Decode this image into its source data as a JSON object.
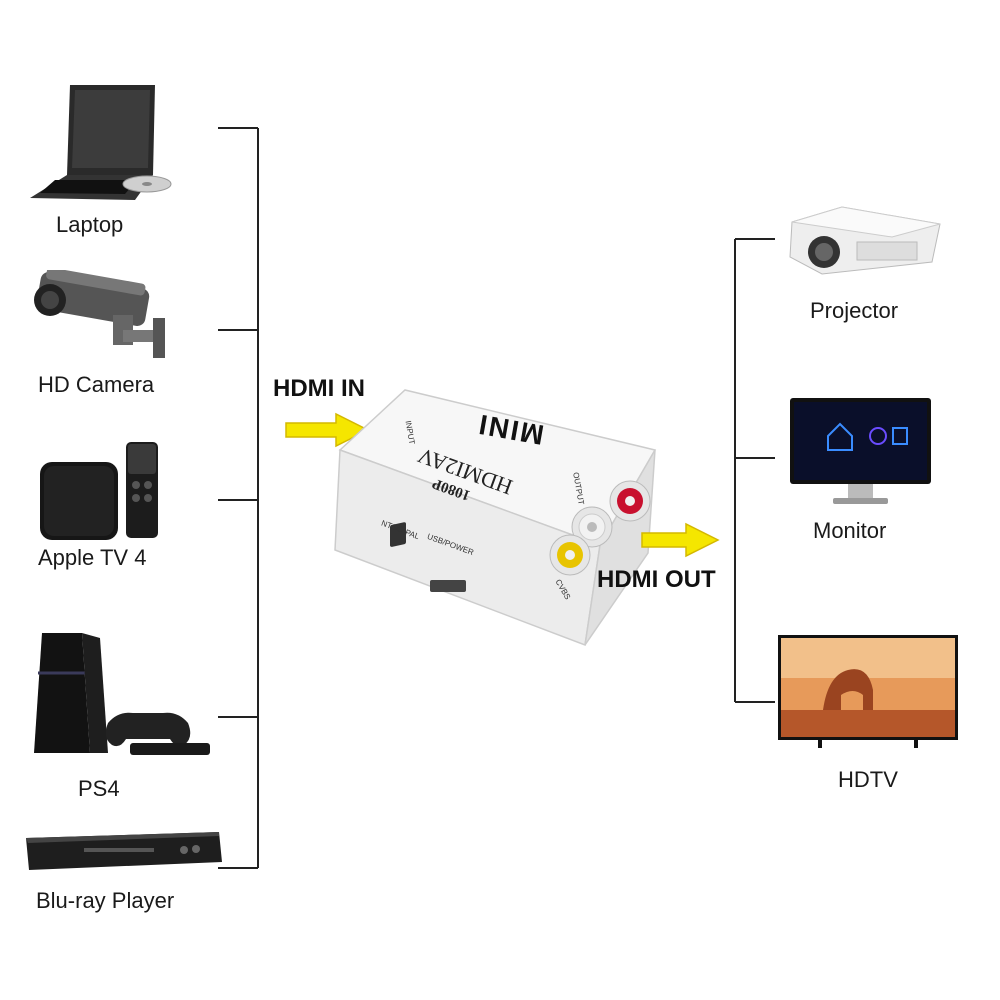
{
  "inputs": [
    {
      "label": "Laptop",
      "icon": "laptop-icon"
    },
    {
      "label": "HD Camera",
      "icon": "security-camera-icon"
    },
    {
      "label": "Apple TV 4",
      "icon": "apple-tv-icon"
    },
    {
      "label": "PS4",
      "icon": "game-console-icon"
    },
    {
      "label": "Blu-ray Player",
      "icon": "bluray-player-icon"
    }
  ],
  "outputs": [
    {
      "label": "Projector",
      "icon": "projector-icon"
    },
    {
      "label": "Monitor",
      "icon": "monitor-icon"
    },
    {
      "label": "HDTV",
      "icon": "tv-icon"
    }
  ],
  "hdmi_in_label": "HDMI IN",
  "hdmi_out_label": "HDMI OUT",
  "converter": {
    "brand": "MINI",
    "model": "HDMI2AV",
    "resolution": "1080P",
    "input_port": "INPUT",
    "output_port": "OUTPUT",
    "switch_ntsc": "NTSC",
    "switch_pal": "PAL",
    "usb_port": "USB/POWER",
    "cvbs": "CVBS",
    "jack_colors": [
      "#e8c400",
      "#f2f2f2",
      "#c8102e"
    ]
  },
  "colors": {
    "arrow": "#f5e600",
    "line": "#222222"
  }
}
